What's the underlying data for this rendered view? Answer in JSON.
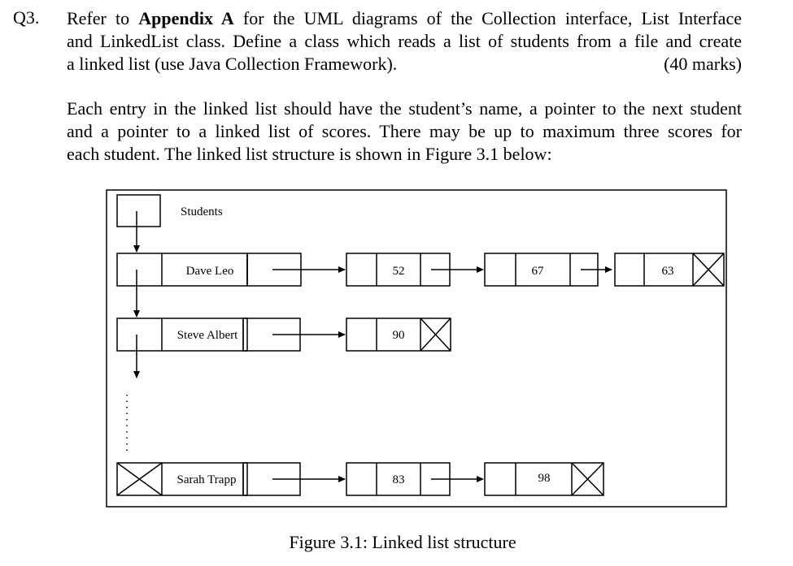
{
  "question": {
    "number": "Q3.",
    "para1": {
      "line1_pre": "Refer to ",
      "line1_bold": "Appendix A",
      "line1_post": " for the UML diagrams of the Collection interface, List Interface",
      "line2": "and LinkedList class. Define a class which reads a list of students from a file and create",
      "line3": "a linked list (use Java Collection Framework).",
      "marks": "(40 marks)"
    },
    "para2": {
      "line1": "Each entry in the linked list should have the student’s name, a pointer to the next student",
      "line2": "and a pointer to a linked list of scores. There may be up to maximum three scores for",
      "line3": "each student. The linked list structure is shown in Figure 3.1 below:"
    }
  },
  "figure": {
    "head_label": "Students",
    "students": [
      {
        "name": "Dave Leo",
        "scores": [
          "52",
          "67",
          "63"
        ]
      },
      {
        "name": "Steve Albert",
        "scores": [
          "90"
        ]
      },
      {
        "name": "Sarah Trapp",
        "scores": [
          "83",
          "98"
        ]
      }
    ],
    "caption": "Figure 3.1: Linked list structure"
  }
}
